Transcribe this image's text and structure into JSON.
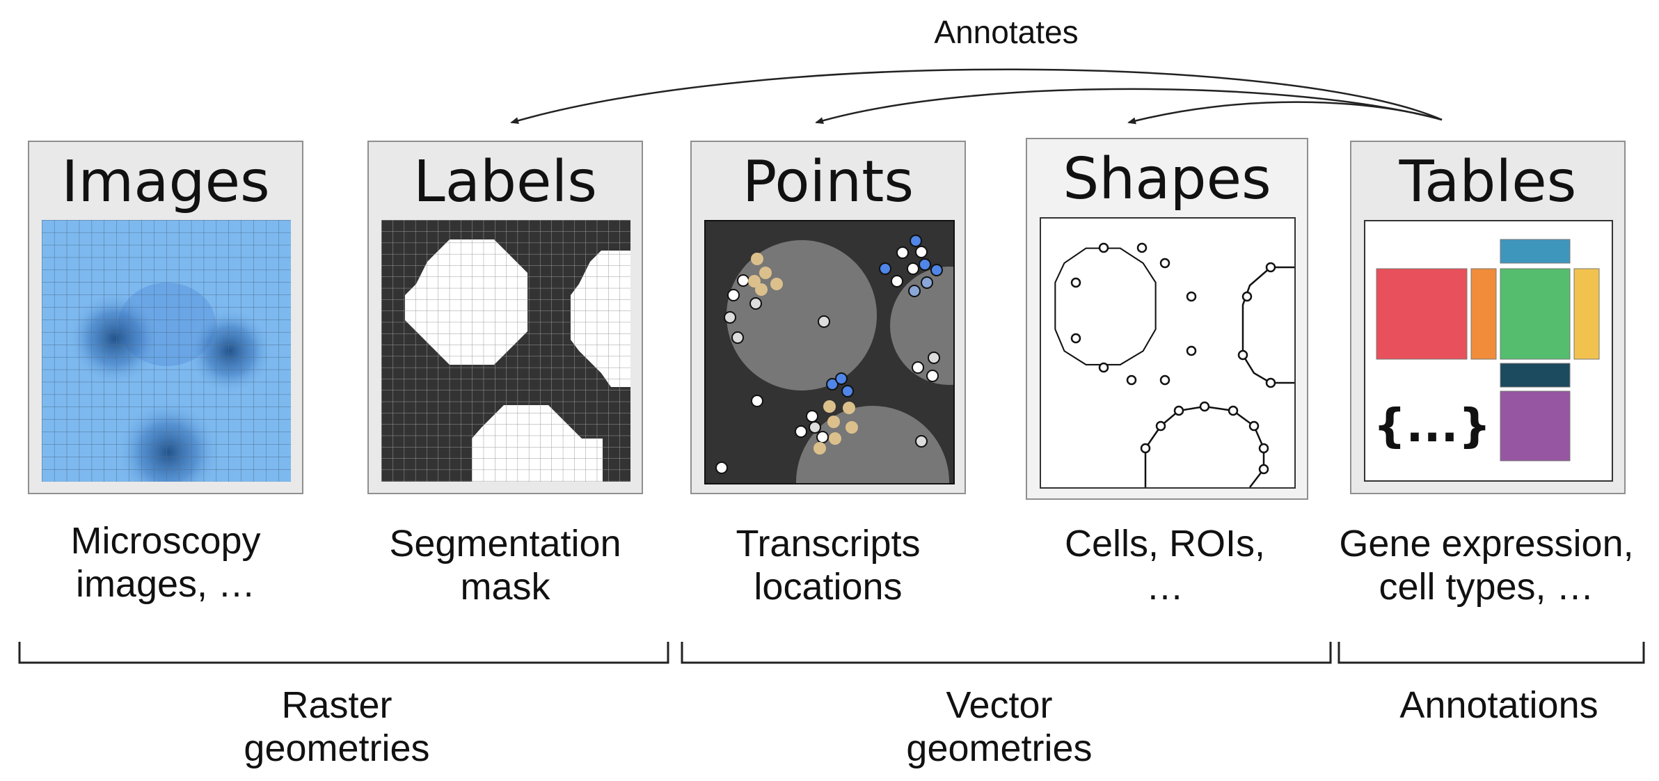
{
  "annotation_arrow_label": "Annotates",
  "panels": [
    {
      "title": "Images",
      "caption": "Microscopy\nimages, …"
    },
    {
      "title": "Labels",
      "caption": "Segmentation\nmask"
    },
    {
      "title": "Points",
      "caption": "Transcripts\nlocations"
    },
    {
      "title": "Shapes",
      "caption": "Cells, ROIs,\n…"
    },
    {
      "title": "Tables",
      "caption": "Gene expression,\ncell types, …",
      "dict_symbol": "{...}"
    }
  ],
  "groups": [
    {
      "label": "Raster\ngeometries"
    },
    {
      "label": "Vector\ngeometries"
    },
    {
      "label": "Annotations"
    }
  ],
  "colors": {
    "image_base": "#7db9ef",
    "image_dark": "#2d63a0",
    "label_bg": "#333333",
    "label_fg": "#ffffff",
    "points_bg": "#333333",
    "points_cell": "#777777",
    "points_blue": "#4f86e8",
    "points_tan": "#dcc08c",
    "table_red": "#e8505b",
    "table_orange": "#f08c3a",
    "table_green": "#55be6e",
    "table_yellow": "#f2c24f",
    "table_teal": "#3f96bd",
    "table_navy": "#1c4a5e",
    "table_purple": "#9656a2"
  }
}
